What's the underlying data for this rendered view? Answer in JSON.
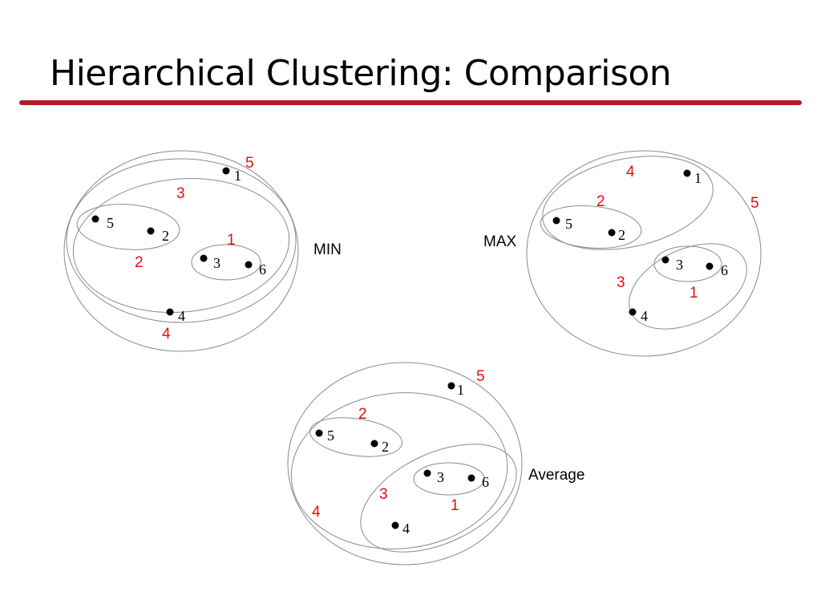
{
  "title": "Hierarchical Clustering: Comparison",
  "colors": {
    "title_rule": "#b01c23",
    "merge_order_labels": "#e01010",
    "cluster_outlines": "#8a8a8a",
    "points": "#000000"
  },
  "panels": [
    {
      "label": "MIN",
      "points": [
        "1",
        "2",
        "3",
        "4",
        "5",
        "6"
      ],
      "merge_order_labels": [
        "1",
        "2",
        "3",
        "4",
        "5"
      ]
    },
    {
      "label": "MAX",
      "points": [
        "1",
        "2",
        "3",
        "4",
        "5",
        "6"
      ],
      "merge_order_labels": [
        "1",
        "2",
        "3",
        "4",
        "5"
      ]
    },
    {
      "label": "Average",
      "points": [
        "1",
        "2",
        "3",
        "4",
        "5",
        "6"
      ],
      "merge_order_labels": [
        "1",
        "2",
        "3",
        "4",
        "5"
      ]
    }
  ]
}
